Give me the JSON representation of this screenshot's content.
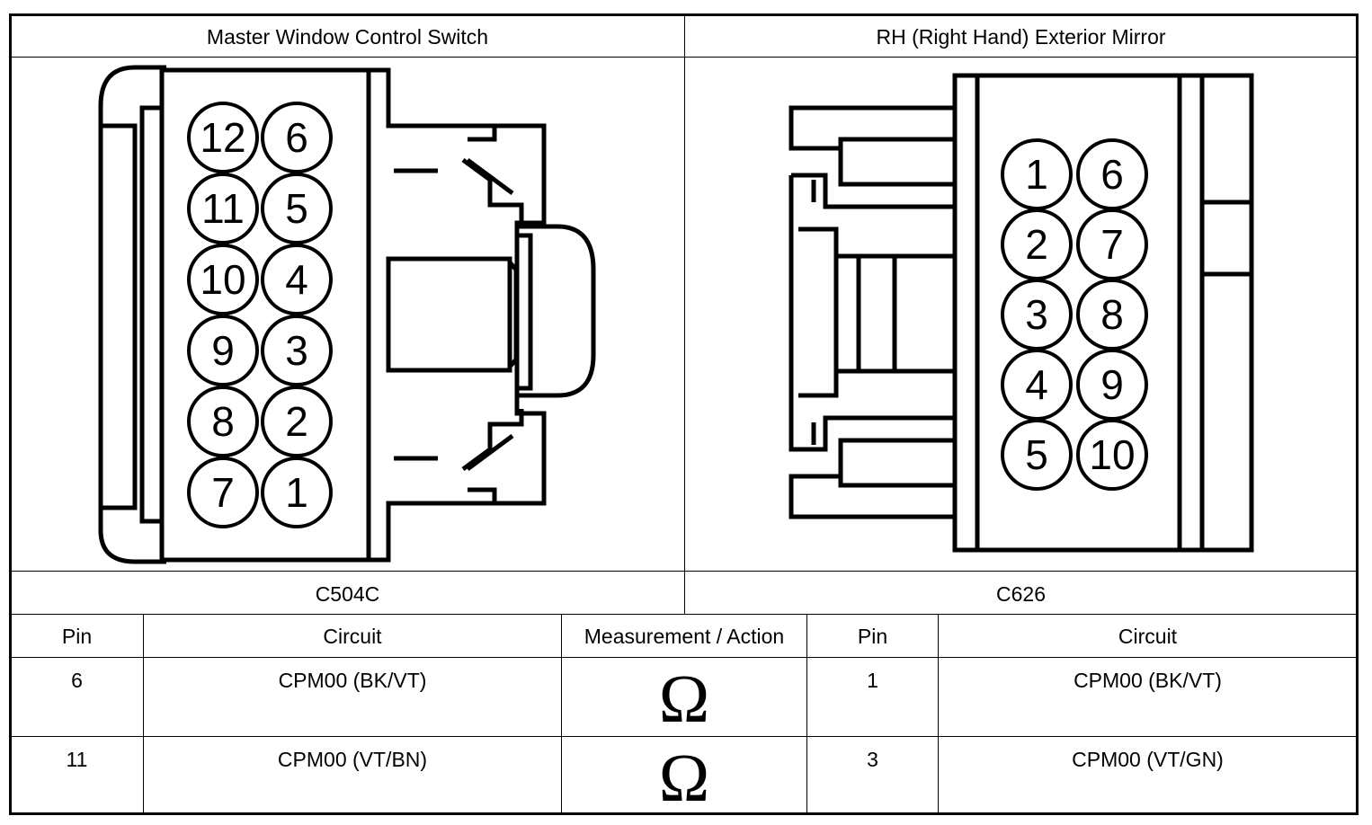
{
  "connectors": [
    {
      "title": "Master Window Control Switch",
      "id": "C504C",
      "pins": [
        "12",
        "6",
        "11",
        "5",
        "10",
        "4",
        "9",
        "3",
        "8",
        "2",
        "7",
        "1"
      ]
    },
    {
      "title": "RH (Right Hand) Exterior Mirror",
      "id": "C626",
      "pins": [
        "1",
        "6",
        "2",
        "7",
        "3",
        "8",
        "4",
        "9",
        "5",
        "10"
      ]
    }
  ],
  "table": {
    "headers": [
      "Pin",
      "Circuit",
      "Measurement / Action",
      "Pin",
      "Circuit"
    ],
    "rows": [
      {
        "pin_a": "6",
        "circuit_a": "CPM00 (BK/VT)",
        "measurement": "Ω",
        "pin_b": "1",
        "circuit_b": "CPM00 (BK/VT)"
      },
      {
        "pin_a": "11",
        "circuit_a": "CPM00 (VT/BN)",
        "measurement": "Ω",
        "pin_b": "3",
        "circuit_b": "CPM00 (VT/GN)"
      }
    ]
  }
}
